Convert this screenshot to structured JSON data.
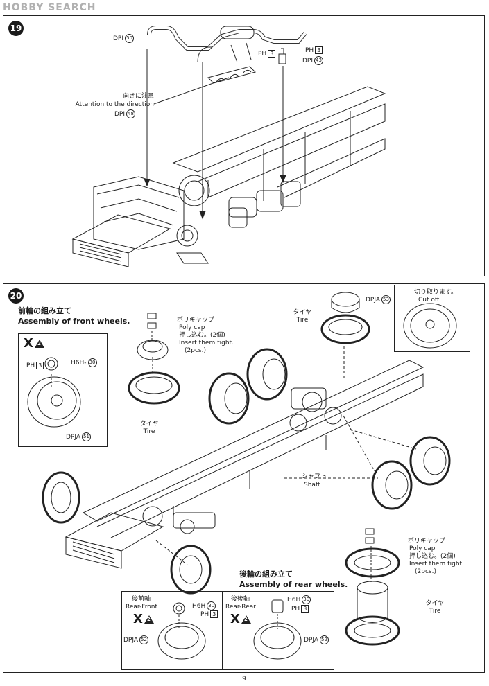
{
  "header": {
    "logo": "HOBBY SEARCH"
  },
  "step19": {
    "number": "19",
    "dpi50": {
      "label": "DPI",
      "num": "50"
    },
    "ph1": {
      "label": "PH",
      "num": "3"
    },
    "ph2": {
      "label": "PH",
      "num": "3"
    },
    "dpi43": {
      "label": "DPI",
      "num": "43"
    },
    "note_jp": "向きに注意",
    "note_en": "Attention to the direction",
    "dpi48": {
      "label": "DPI",
      "num": "48"
    }
  },
  "step20": {
    "number": "20",
    "front_title_jp": "前輪の組み立て",
    "front_title_en": "Assembly of front wheels.",
    "inset_x": "X",
    "inset_tri": "2",
    "inset_ph": {
      "label": "PH",
      "num": "3"
    },
    "inset_h6h": {
      "label": "H6H-",
      "num": "30"
    },
    "inset_dpja": {
      "label": "DPJA",
      "num": "51"
    },
    "polycap_front": {
      "jp": "ポリキャップ",
      "en": "Poly cap",
      "jp2": "押し込む。(2個)",
      "en2": "Insert them tight.",
      "count": "(2pcs.)"
    },
    "tire_front": {
      "jp": "タイヤ",
      "en": "Tire"
    },
    "tire_top": {
      "jp": "タイヤ",
      "en": "Tire"
    },
    "dpja53": {
      "label": "DPJA",
      "num": "53"
    },
    "cutoff": {
      "jp": "切り取ります。",
      "en": "Cut off"
    },
    "shaft": {
      "jp": "シャフト",
      "en": "Shaft"
    },
    "polycap_rear": {
      "jp": "ポリキャップ",
      "en": "Poly cap",
      "jp2": "押し込む。(2個)",
      "en2": "Insert them tight.",
      "count": "(2pcs.)"
    },
    "tire_rear": {
      "jp": "タイヤ",
      "en": "Tire"
    },
    "rear_title_jp": "後輪の組み立て",
    "rear_title_en": "Assembly of rear wheels.",
    "rear_front": {
      "jp": "後前軸",
      "en": "Rear-Front",
      "x": "X",
      "tri": "2",
      "h6h": {
        "label": "H6H",
        "num": "30"
      },
      "ph": {
        "label": "PH",
        "num": "3"
      },
      "dpja": {
        "label": "DPJA",
        "num": "52"
      }
    },
    "rear_rear": {
      "jp": "後後軸",
      "en": "Rear-Rear",
      "x": "X",
      "tri": "2",
      "h6h": {
        "label": "H6H",
        "num": "30"
      },
      "ph": {
        "label": "PH",
        "num": "3"
      },
      "dpja": {
        "label": "DPJA",
        "num": "52"
      }
    }
  },
  "footer": {
    "page": "9"
  }
}
